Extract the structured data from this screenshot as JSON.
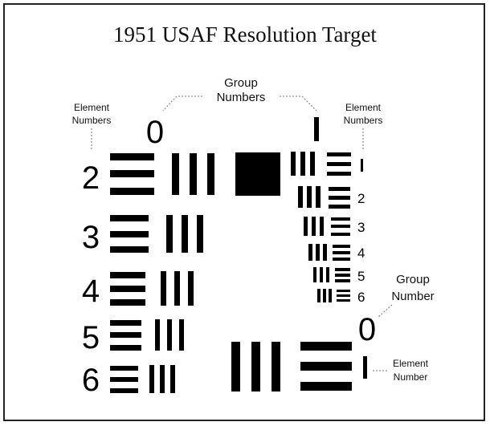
{
  "title": "1951 USAF Resolution Target",
  "labels": {
    "group_numbers_top_line1": "Group",
    "group_numbers_top_line2": "Numbers",
    "element_numbers_left_line1": "Element",
    "element_numbers_left_line2": "Numbers",
    "element_numbers_right_line1": "Element",
    "element_numbers_right_line2": "Numbers",
    "group_number_right_line1": "Group",
    "group_number_right_line2": "Number",
    "element_number_bottom_line1": "Element",
    "element_number_bottom_line2": "Number"
  },
  "group_numbers": {
    "left": "0",
    "right": "1",
    "lower_right": "0"
  },
  "group0_elements": [
    "2",
    "3",
    "4",
    "5",
    "6"
  ],
  "group1_elements": [
    "1",
    "2",
    "3",
    "4",
    "5",
    "6"
  ],
  "group0_element_lower_right": "1"
}
